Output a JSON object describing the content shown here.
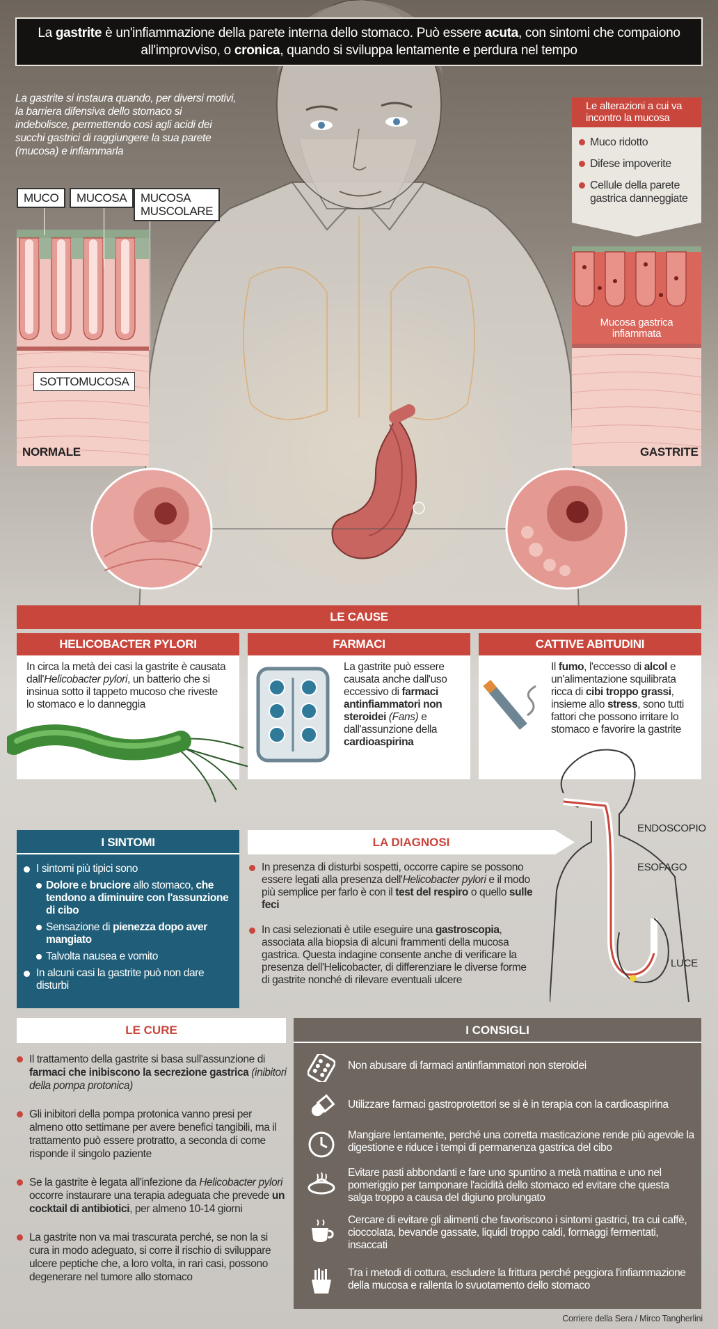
{
  "intro": {
    "t1": "La ",
    "b1": "gastrite",
    "t2": " è un'infiammazione della parete interna dello stomaco. Può essere ",
    "b2": "acuta",
    "t3": ", con sintomi che compaiono all'improvviso, o ",
    "b3": "cronica",
    "t4": ", quando si sviluppa lentamente e perdura nel tempo"
  },
  "description": "La gastrite si instaura quando, per diversi motivi, la barriera difensiva dello stomaco si indebolisce, permettendo così agli acidi dei succhi gastrici di raggiungere la sua parete (mucosa) e infiammarla",
  "tissue": {
    "muco": "MUCO",
    "mucosa": "MUCOSA",
    "mucosa_muscolare_1": "MUCOSA",
    "mucosa_muscolare_2": "MUSCOLARE",
    "sottomucosa": "SOTTOMUCOSA",
    "normale": "NORMALE",
    "gastrite": "GASTRITE",
    "mucosa_inflamed_1": "Mucosa gastrica",
    "mucosa_inflamed_2": "infiammata"
  },
  "alterations": {
    "title": "Le alterazioni a cui va incontro la mucosa",
    "items": [
      "Muco ridotto",
      "Difese impoverite",
      "Cellule della parete gastrica danneggiate"
    ]
  },
  "cause": {
    "title": "LE CAUSE",
    "helicobacter": {
      "title": "HELICOBACTER PYLORI",
      "t1": "In circa la metà dei casi la gastrite è causata dall'",
      "i1": "Helicobacter pylori",
      "t2": ", un batterio che si insinua sotto il tappeto mucoso che riveste lo stomaco e lo danneggia"
    },
    "farmaci": {
      "title": "FARMACI",
      "t1": "La gastrite può essere causata anche dall'uso eccessivo di ",
      "b1": "farmaci antinfiammatori non steroidei",
      "i1": " (Fans)",
      "t2": " e dall'assunzione della ",
      "b2": "cardioaspirina"
    },
    "abitudini": {
      "title": "CATTIVE ABITUDINI",
      "t1": "Il ",
      "b1": "fumo",
      "t2": ", l'eccesso di ",
      "b2": "alcol",
      "t3": " e un'alimentazione squilibrata ricca di ",
      "b3": "cibi troppo grassi",
      "t4": ", insieme allo ",
      "b4": "stress",
      "t5": ", sono tutti fattori che possono irritare lo stomaco e favorire la gastrite"
    }
  },
  "sintomi": {
    "title": "I SINTOMI",
    "item1": "I sintomi più tipici sono",
    "sub1_b1": "Dolore",
    "sub1_t1": " e ",
    "sub1_b2": "bruciore",
    "sub1_t2": " allo stomaco, ",
    "sub1_b3": "che tendono a diminuire con l'assunzione di cibo",
    "sub2_t1": "Sensazione di ",
    "sub2_b1": "pienezza dopo aver mangiato",
    "sub3": "Talvolta nausea e vomito",
    "item2": "In alcuni casi la gastrite può non dare disturbi"
  },
  "diagnosi": {
    "title": "LA DIAGNOSI",
    "p1_t1": "In presenza di disturbi sospetti, occorre capire se possono essere legati alla presenza dell'",
    "p1_i1": "Helicobacter pylori",
    "p1_t2": " e il modo più semplice per farlo è con il ",
    "p1_b1": "test del respiro",
    "p1_t3": " o quello ",
    "p1_b2": "sulle feci",
    "p2_t1": "In casi selezionati è utile eseguire una ",
    "p2_b1": "gastroscopia",
    "p2_t2": ", associata alla biopsia di alcuni frammenti della mucosa gastrica. Questa indagine consente anche di verificare la presenza dell'Helicobacter, di differenziare le diverse forme di gastrite nonché di rilevare eventuali ulcere",
    "label_endoscopio": "ENDOSCOPIO",
    "label_esofago": "ESOFAGO",
    "label_luce": "LUCE"
  },
  "cure": {
    "title": "LE CURE",
    "p1_t1": "Il trattamento della gastrite si basa sull'assunzione di ",
    "p1_b1": "farmaci che inibiscono la secrezione gastrica",
    "p1_i1": " (inibitori della pompa protonica)",
    "p2": "Gli inibitori della pompa protonica vanno presi per almeno otto settimane per avere benefici tangibili, ma il trattamento può essere protratto, a seconda di come risponde il singolo paziente",
    "p3_t1": "Se la gastrite è legata all'infezione da ",
    "p3_i1": "Helicobacter pylori",
    "p3_t2": " occorre instaurare una terapia adeguata che prevede ",
    "p3_b1": "un cocktail di antibiotici",
    "p3_t3": ", per almeno 10-14 giorni",
    "p4": "La gastrite non va mai trascurata perché, se non la si cura in modo adeguato, si corre il rischio di sviluppare ulcere peptiche che, a loro volta, in rari casi, possono degenerare nel tumore allo stomaco"
  },
  "consigli": {
    "title": "I CONSIGLI",
    "tips": [
      "Non abusare di farmaci antinfiammatori non steroidei",
      "Utilizzare farmaci gastroprotettori se si è in terapia con la cardioaspirina",
      "Mangiare lentamente, perché una corretta masticazione rende più agevole la digestione e riduce i tempi di permanenza gastrica del cibo",
      "Evitare pasti abbondanti e fare uno spuntino a metà mattina e uno nel pomeriggio per tamponare l'acidità dello stomaco ed evitare che questa salga troppo a causa del digiuno prolungato",
      "Cercare di evitare gli alimenti che favoriscono i sintomi gastrici, tra cui caffè, cioccolata, bevande gassate, liquidi troppo caldi, formaggi fermentati, insaccati",
      "Tra i metodi di cottura, escludere la frittura perché peggiora l'infiammazione della mucosa e rallenta lo svuotamento dello stomaco"
    ],
    "icons": [
      "pill-blister-icon",
      "capsule-icon",
      "clock-icon",
      "plate-icon",
      "coffee-cup-icon",
      "fries-icon"
    ]
  },
  "credit": "Corriere della Sera / Mirco Tangherlini",
  "colors": {
    "accent_red": "#c9463c",
    "blue": "#1f5d78",
    "grey_panel": "#6e665f"
  }
}
